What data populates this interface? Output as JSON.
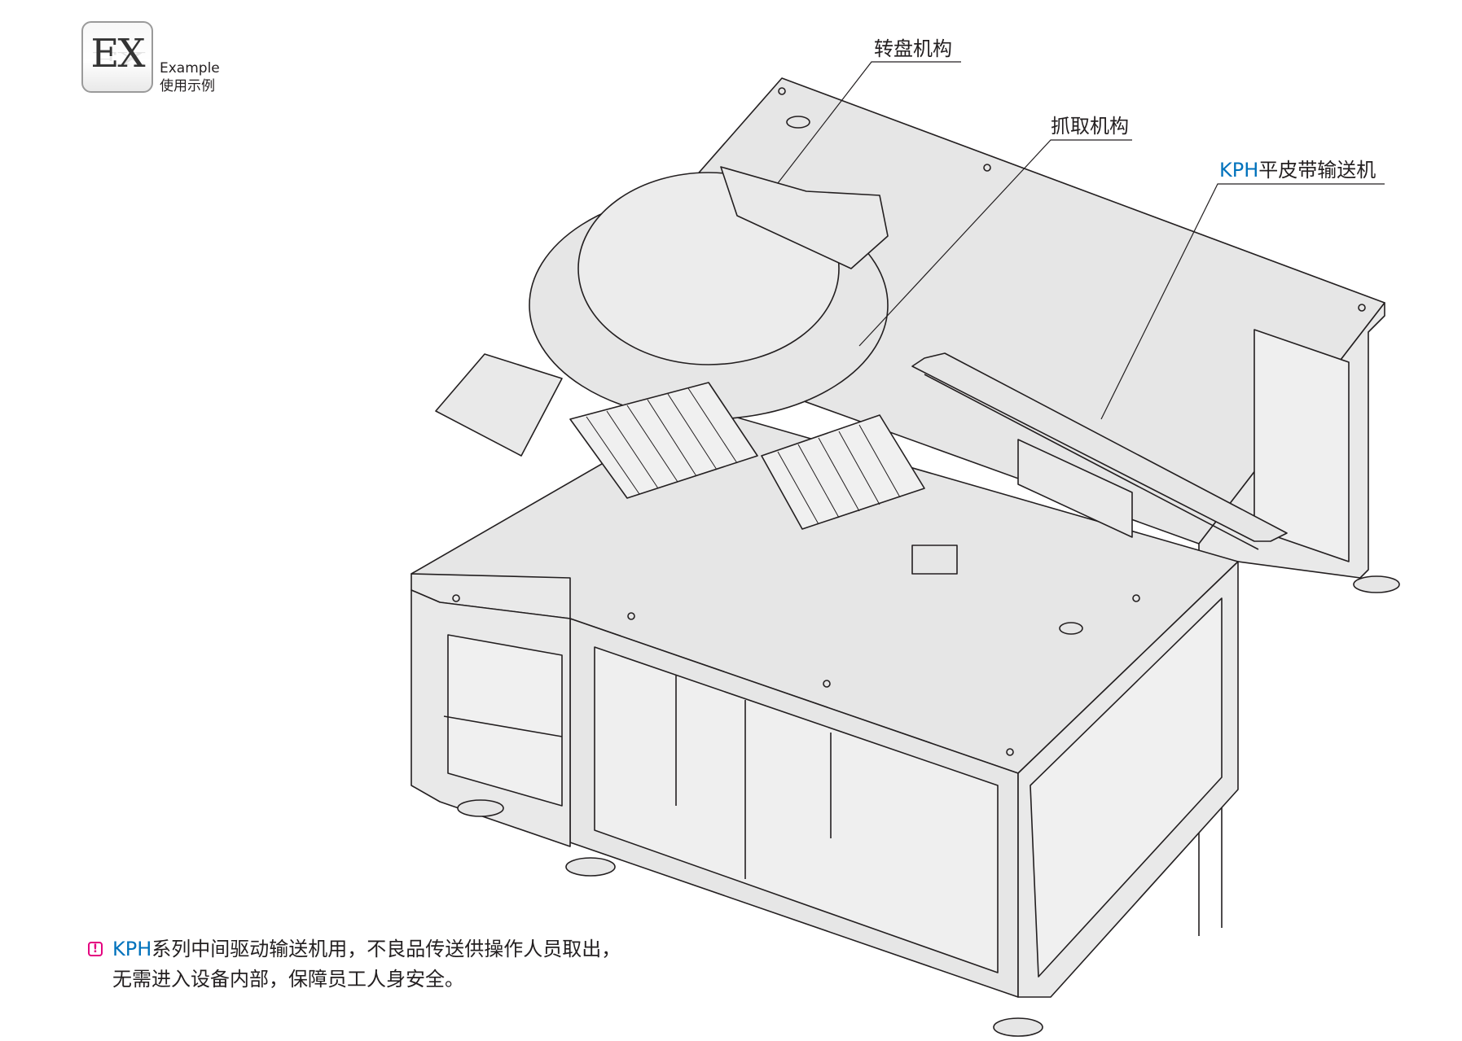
{
  "badge": {
    "letters": "EX",
    "label_en": "Example",
    "label_cn": "使用示例"
  },
  "callouts": {
    "turntable": "转盘机构",
    "gripper": "抓取机构",
    "conveyor_brand": "KPH",
    "conveyor_text": "平皮带输送机"
  },
  "note": {
    "icon": "!",
    "line1_brand": "KPH",
    "line1_text": "系列中间驱动输送机用，不良品传送供操作人员取出，",
    "line2": "无需进入设备内部，保障员工人身安全。"
  },
  "colors": {
    "brand_blue": "#0072bc",
    "note_icon": "#e4007f",
    "line": "#231f20",
    "panel": "#e6e6e6"
  }
}
